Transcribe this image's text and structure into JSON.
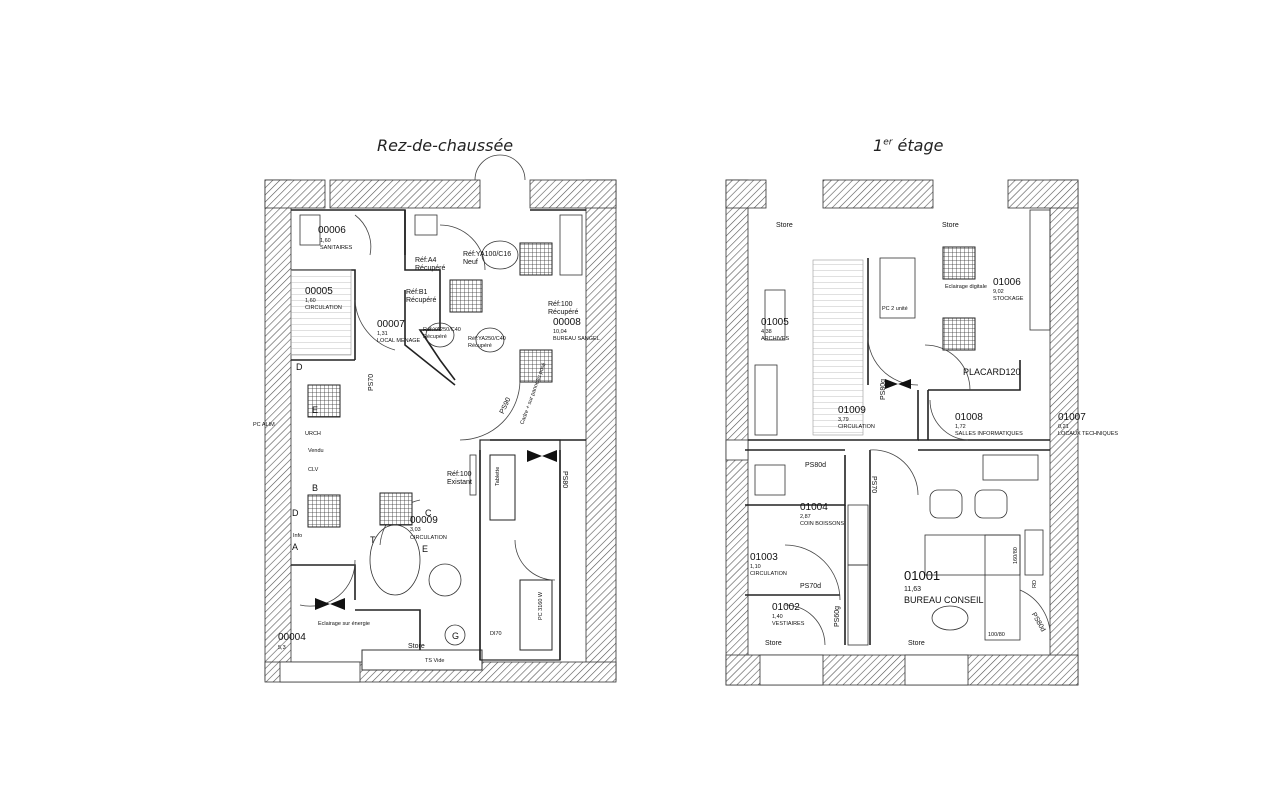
{
  "floors": {
    "ground": {
      "title": "Rez-de-chaussée",
      "rooms": [
        {
          "code": "00006",
          "area": "1,60",
          "name": "SANITAIRES"
        },
        {
          "code": "00005",
          "area": "1,60",
          "name": "CIRCULATION"
        },
        {
          "code": "00007",
          "area": "1,31",
          "name": "LOCAL MENAGE"
        },
        {
          "code": "00008",
          "area": "10,04",
          "name": "BUREAU SANGEL"
        },
        {
          "code": "00009",
          "area": "3,03",
          "name": "CIRCULATION"
        },
        {
          "code": "00004",
          "area": "5,3",
          "name": ""
        }
      ],
      "labels": {
        "ref_a4": "Réf:A4",
        "recupere_1": "Récupéré",
        "ref_ya100": "Réf:YA100/C16",
        "neuf": "Neuf",
        "ref_b1": "Réf:B1",
        "recupere_2": "Récupéré",
        "ref_ya250": "Réf:YA250/C40",
        "recupere_3": "Récupéré",
        "ref_ya250b": "Réf:YA250/C40",
        "recupere_4": "Récupéré",
        "ref_100": "Réf:100",
        "recupere_5": "Récupéré",
        "ref_100b": "Réf:100",
        "existant": "Existant",
        "ps70": "PS70",
        "ps90": "PS90",
        "ps80": "PS80",
        "cadre": "Cadre + sur panneau posé",
        "urch": "URCH",
        "clv": "CLV",
        "info": "Info",
        "pc_alim": "PC ALIM",
        "vendu": "Vendu",
        "tablette": "Tablette",
        "eclairage": "Eclairage sur énergie",
        "store": "Store",
        "pc_stop": "PC 3160 W",
        "di70": "DI70",
        "ts_vide": "TS Vide",
        "letters": [
          "D",
          "B",
          "D",
          "A",
          "C",
          "E",
          "G",
          "T",
          "E"
        ]
      }
    },
    "first": {
      "title_prefix": "1",
      "title_sup": "er",
      "title_suffix": " étage",
      "rooms": [
        {
          "code": "01005",
          "area": "4,38",
          "name": "ARCHIVES"
        },
        {
          "code": "01006",
          "area": "9,02",
          "name": "STOCKAGE"
        },
        {
          "code": "01009",
          "area": "3,79",
          "name": "CIRCULATION"
        },
        {
          "code": "01008",
          "area": "1,72",
          "name": "SALLES INFORMATIQUES"
        },
        {
          "code": "01007",
          "area": "0,21",
          "name": "LOCAUX TECHNIQUES"
        },
        {
          "code": "01004",
          "area": "2,87",
          "name": "COIN BOISSONS"
        },
        {
          "code": "01003",
          "area": "1,10",
          "name": "CIRCULATION"
        },
        {
          "code": "01002",
          "area": "1,40",
          "name": "VESTIAIRES"
        },
        {
          "code": "01001",
          "area": "11,63",
          "name": "BUREAU CONSEIL"
        }
      ],
      "labels": {
        "store_tl": "Store",
        "store_tr": "Store",
        "store_bl": "Store",
        "store_bc": "Store",
        "placard": "PLACARD120",
        "ps80g": "PS80g",
        "ps80d": "PS80d",
        "ps70": "PS70",
        "ps70d": "PS70d",
        "ps60g": "PS60g",
        "ps80d_b": "PS80d",
        "size_1": "160/80",
        "size_2": "100/80",
        "rd": "RD",
        "eclairage": "Eclairage digitale",
        "pc": "PC 2 unité"
      }
    }
  }
}
